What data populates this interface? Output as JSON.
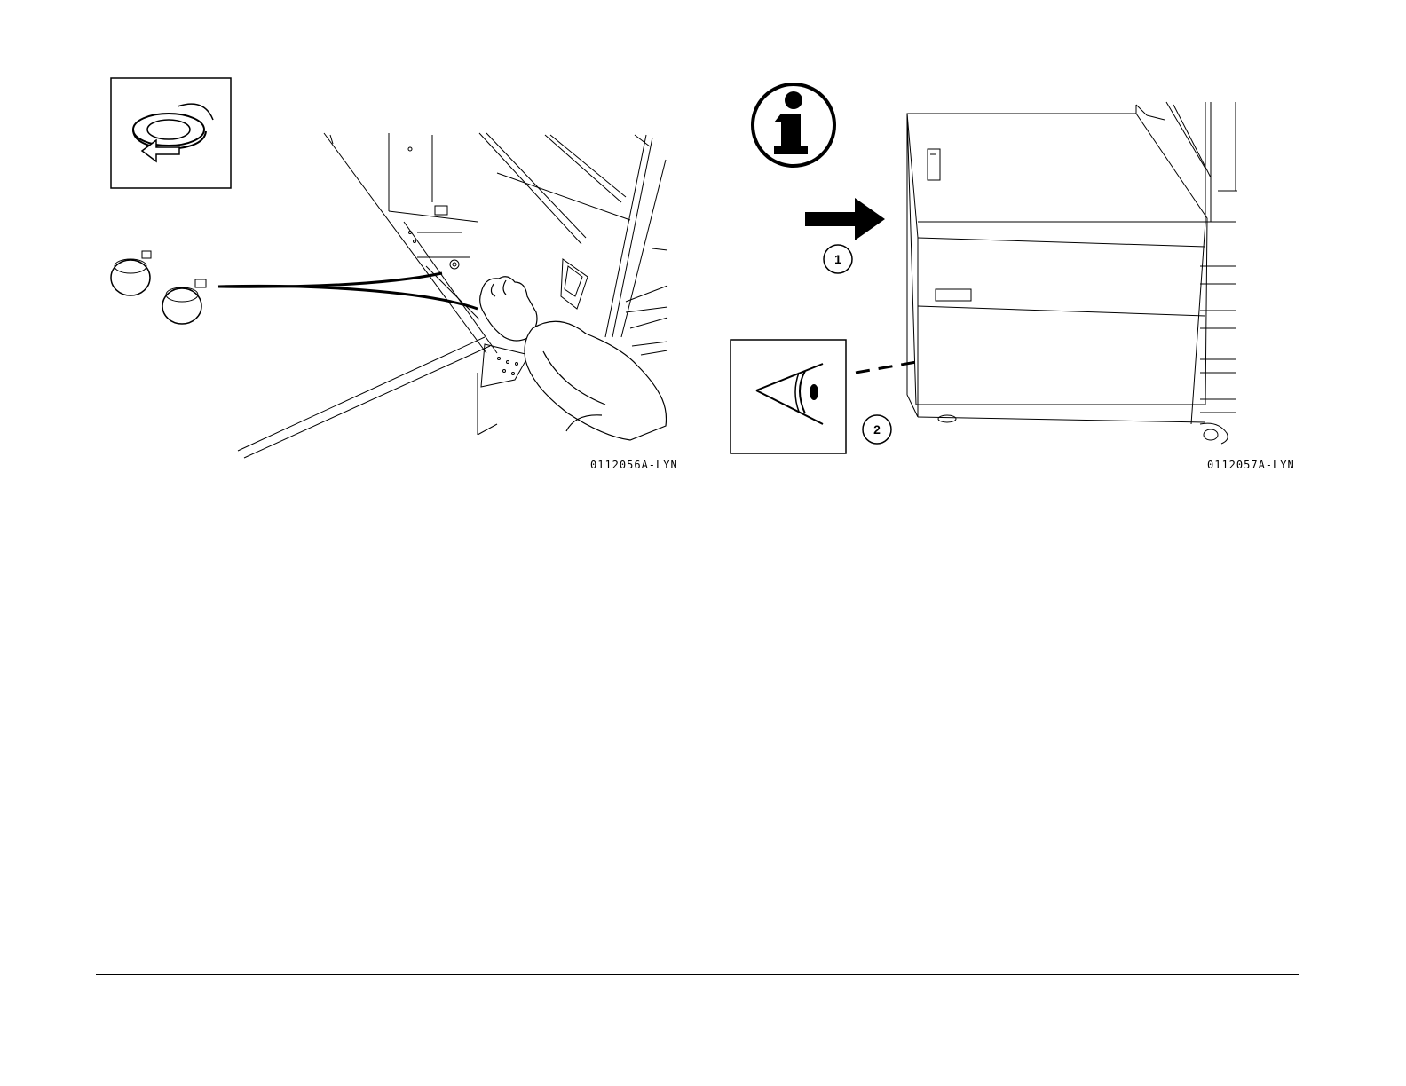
{
  "figures": [
    {
      "id_label": "0112056A-LYN",
      "icons": [
        "rotate-counterclockwise-icon"
      ]
    },
    {
      "id_label": "0112057A-LYN",
      "icons": [
        "information-icon",
        "arrow-right-icon",
        "eye-inspect-icon"
      ],
      "callouts": [
        "1",
        "2"
      ]
    }
  ],
  "colors": {
    "ink": "#000000",
    "paper": "#ffffff"
  }
}
